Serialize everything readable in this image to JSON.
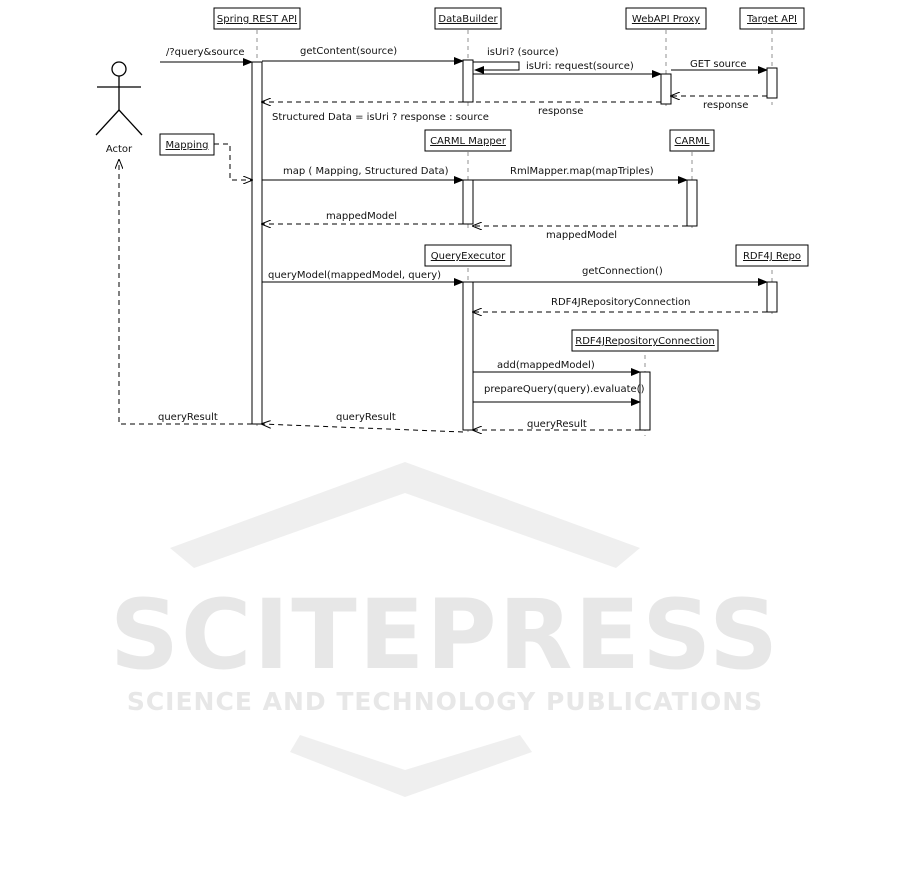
{
  "participants": {
    "spring": "Spring REST API",
    "databuilder": "DataBuilder",
    "webapi": "WebAPI Proxy",
    "target": "Target API",
    "mapping": "Mapping",
    "carml_mapper": "CARML Mapper",
    "carml": "CARML",
    "query_executor": "QueryExecutor",
    "rdf4j_repo": "RDF4J Repo",
    "rdf4j_conn": "RDF4JRepositoryConnection",
    "actor": "Actor"
  },
  "messages": {
    "m1": "/?query&source",
    "m2": "getContent(source)",
    "m3": "isUri? (source)",
    "m4": "isUri: request(source)",
    "m5": "GET source",
    "m6": "response",
    "m7": "response",
    "m8": "Structured Data = isUri ? response : source",
    "m9": "map ( Mapping, Structured Data)",
    "m10": "RmlMapper.map(mapTriples)",
    "m11": "mappedModel",
    "m12": "mappedModel",
    "m13": "queryModel(mappedModel, query)",
    "m14": "getConnection()",
    "m15": "RDF4JRepositoryConnection",
    "m16": "add(mappedModel)",
    "m17": "prepareQuery(query).evaluate()",
    "m18": "queryResult",
    "m19": "queryResult",
    "m20": "queryResult"
  },
  "watermark": {
    "logo_text": "SCITEPRESS",
    "tagline": "SCIENCE AND TECHNOLOGY PUBLICATIONS"
  }
}
